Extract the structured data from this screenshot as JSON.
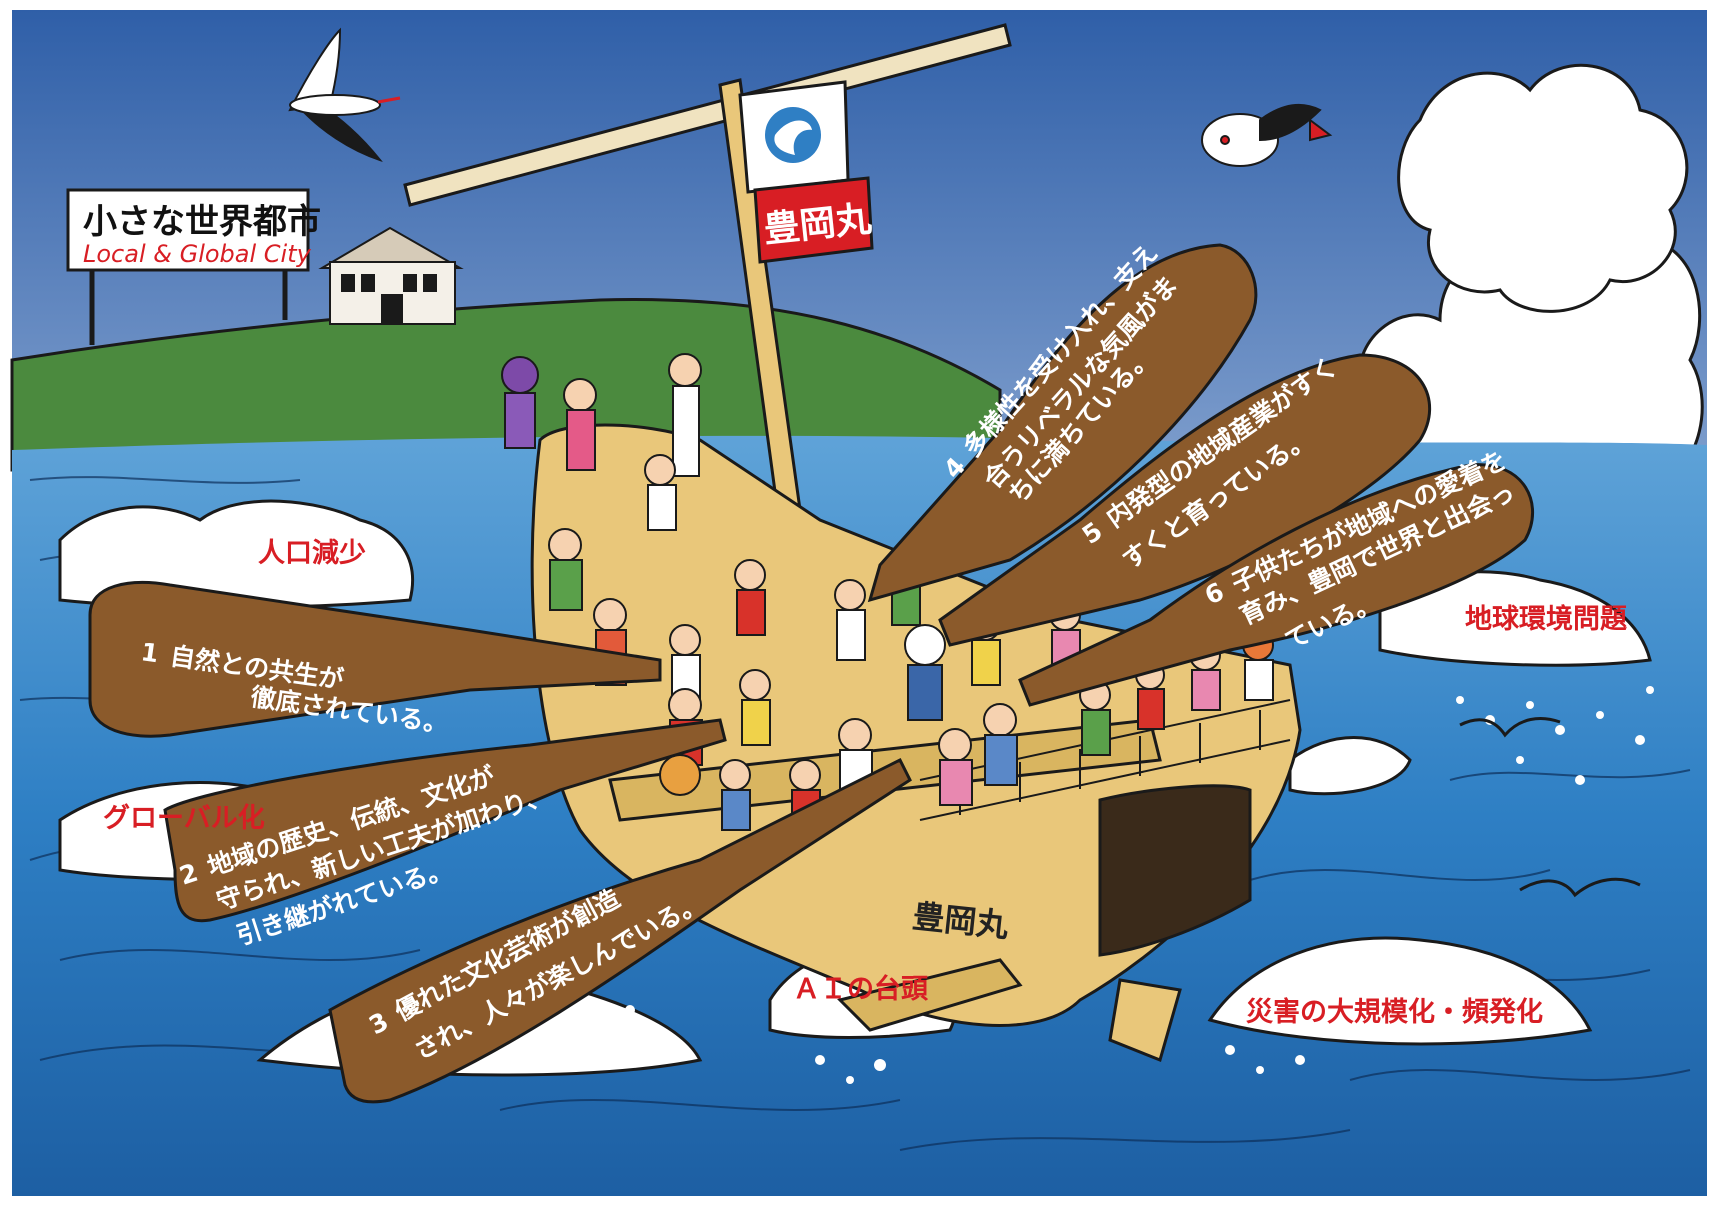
{
  "sign": {
    "title_ja": "小さな世界都市",
    "title_en": "Local & Global City"
  },
  "ship": {
    "flag_name": "豊岡丸",
    "hull_name": "豊岡丸"
  },
  "oars": [
    {
      "number": "1",
      "line1": "自然との共生が",
      "line2": "徹底されている。",
      "line3": ""
    },
    {
      "number": "2",
      "line1": "地域の歴史、伝統、文化が",
      "line2": "守られ、新しい工夫が加わり、",
      "line3": "引き継がれている。"
    },
    {
      "number": "3",
      "line1": "優れた文化芸術が創造",
      "line2": "され、人々が楽しんでいる。",
      "line3": ""
    },
    {
      "number": "4",
      "line1": "多様性を受け入れ、支え",
      "line2": "合うリベラルな気風がま",
      "line3": "ちに満ちている。"
    },
    {
      "number": "5",
      "line1": "内発型の地域産業がすく",
      "line2": "すくと育っている。",
      "line3": ""
    },
    {
      "number": "6",
      "line1": "子供たちが地域への愛着を",
      "line2": "育み、豊岡で世界と出会っ",
      "line3": "ている。"
    }
  ],
  "problems": {
    "population": "人口減少",
    "globalization": "グローバル化",
    "ai": "ＡＩの台頭",
    "environment": "地球環境問題",
    "disaster": "災害の大規模化・頻発化"
  },
  "colors": {
    "sky_top": "#2f5fa8",
    "sky_bottom": "#f3d6de",
    "sea": "#2e7fc4",
    "sea_dark": "#1d5fa3",
    "hill": "#4b8a3e",
    "oar": "#8b5a2b",
    "ship": "#e9c77a",
    "flag_red": "#d81e24",
    "problem_red": "#d81e24"
  }
}
